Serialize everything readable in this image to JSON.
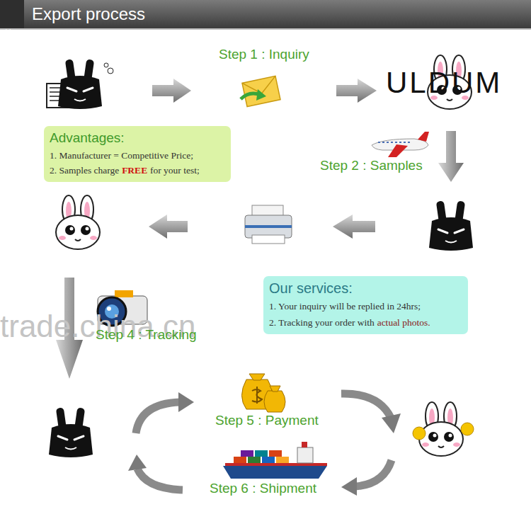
{
  "diagram": {
    "title": "Export process",
    "nodes": [
      {
        "text": [
          "Step 1 : Inquiry"
        ]
      },
      {
        "text": [
          "Advantages:",
          "1. Manufacturer = Competitive Price;",
          "2. Samples charge",
          "FREE",
          "for your test;"
        ]
      },
      {
        "text": [
          "Step 2 : Samples"
        ]
      },
      {
        "text": [
          "Our services:",
          "1. Your inquiry will be replied in 24hrs;",
          "2. Tracking your order with",
          "actual photos."
        ]
      },
      {
        "text": [
          "Step 4 : Tracking"
        ]
      },
      {
        "text": [
          "Step 5 : Payment"
        ]
      },
      {
        "text": [
          "Step 6 : Shipment"
        ]
      }
    ],
    "labels": [
      "»",
      "ULDUM",
      "trade.china.cn"
    ]
  }
}
